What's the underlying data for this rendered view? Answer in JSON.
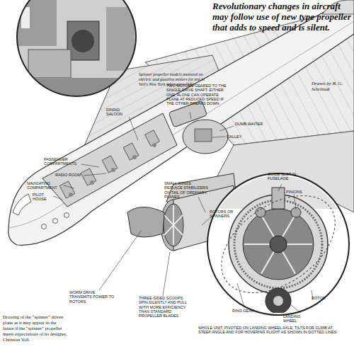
{
  "diagram": {
    "title": "Revolutionary changes in aircraft may follow use of new type propeller that adds to speed and is silent.",
    "caption": "Drawing of the “spinner” driven plane as it may appear in the future if the “spinner” propeller meets expectations of its designer, Christian Voll.",
    "labels": [
      "Spinner propeller models mounted on electric and gasoline motors for test in Voll's New York laboratory (left).",
      "Drawn by B. G. Seielstad",
      "PASSENGER COMPARTMENTS",
      "RADIO ROOM",
      "NAVIGATING COMPARTMENT",
      "PILOT HOUSE",
      "DINING SALOON",
      "TWO MOTORS GEARED TO THE SINGLE DRIVE SHAFT. EITHER ONE, ALONE CAN OPERATE PLANE AT REDUCED SPEED IF THE OTHER BREAKS DOWN",
      "DUMB-WAITER",
      "GALLEY",
      "GUIDE SLOT IN FUSELAGE",
      "PINIONS",
      "SMALL WINGS REPLACE STABILIZERS ON TAIL OF ORDINARY PLANES",
      "ROTORS OR SPINNERS",
      "WORM DRIVE TRANSMITS POWER TO ROTORS",
      "THREE-SIDED SCOOPS SPIN SILENTLY AND PULL WITH MORE EFFICIENCY THAN STANDARD PROPELLER BLADES",
      "RING GEAR",
      "ROTOR",
      "LANDING WHEEL",
      "WHOLE UNIT, PIVOTED ON LANDING WHEEL AXLE, TILTS FOR CLIMB AT STEEP ANGLE AND FOR HOVERING FLIGHT AS SHOWN IN DOTTED LINES"
    ]
  }
}
